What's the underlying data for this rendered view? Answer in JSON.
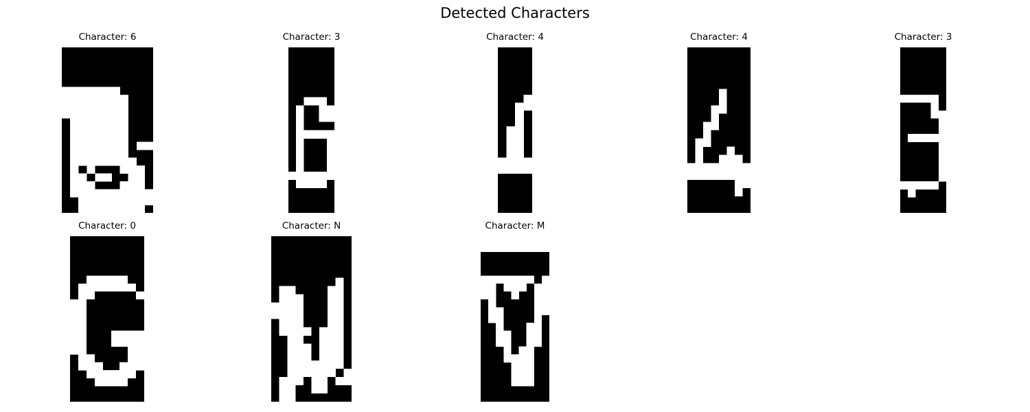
{
  "figure": {
    "title": "Detected Characters",
    "colors": {
      "background": "#000000",
      "foreground": "#ffffff"
    }
  },
  "panels": [
    {
      "label": "Character: 6",
      "grid": [
        "...........",
        "...........",
        "...........",
        "...........",
        "...........",
        "#######....",
        "########...",
        "########...",
        "########...",
        ".#######...",
        ".#######...",
        ".#######...",
        ".#######.##",
        ".#######...",
        ".########..",
        ".#.#...###.",
        ".##.##..##.",
        ".###...###.",
        ".##########",
        "..#########",
        "..########."
      ]
    },
    {
      "label": "Character: 3",
      "grid": [
        "......",
        "......",
        "......",
        "......",
        "......",
        "......",
        "..###.",
        ".#..##",
        ".#..##",
        ".#....",
        ".#####",
        ".#...#",
        ".#...#",
        ".#...#",
        ".#...#",
        "######",
        ".####.",
        "......",
        "......",
        "......"
      ]
    },
    {
      "label": "Character: 4",
      "grid": [
        "....",
        "....",
        "....",
        "....",
        "....",
        "....",
        "...#",
        "..##",
        "..#.",
        "..#.",
        ".##.",
        ".##.",
        ".##.",
        ".##.",
        "####",
        "####",
        "....",
        "....",
        "....",
        "....",
        "...."
      ]
    },
    {
      "label": "Character: 4",
      "grid": [
        "........",
        "........",
        "........",
        "........",
        "........",
        "....#...",
        "....#...",
        "...##...",
        "...#....",
        "..##....",
        "..#.....",
        ".##.....",
        ".#...#..",
        ".#..###.",
        "########",
        "########",
        "......##",
        "......#.",
        "........",
        "........"
      ]
    },
    {
      "label": "Character: 3",
      "grid": [
        "......",
        "......",
        "......",
        "......",
        "......",
        "......",
        "#####.",
        "....#.",
        "....##",
        ".....#",
        ".....#",
        ".#####",
        ".....#",
        ".....#",
        ".....#",
        ".....#",
        ".....#",
        "#####.",
        ".#....",
        "......",
        "......"
      ]
    },
    {
      "label": "Character: 0",
      "grid": [
        ".........",
        ".........",
        ".........",
        ".........",
        ".........",
        "..#####..",
        ".#######.",
        ".##.....#",
        "##.......",
        "##.......",
        "##.......",
        "##.......",
        "##...####",
        "##...####",
        "##.....##",
        ".##....##",
        ".###..###",
        "..######.",
        "...####..",
        ".........",
        "........."
      ]
    },
    {
      "label": "Character: N",
      "grid": [
        "..........",
        "..........",
        "..........",
        "..........",
        "..........",
        "........#.",
        ".##....##.",
        ".###...##.",
        "####...##.",
        "####...##.",
        ".###...##.",
        ".####.###.",
        "..##..###.",
        "..###.###.",
        "..###.###.",
        "..#######.",
        "..######.#",
        ".###.##.##",
        ".##..##...",
        ".##......."
      ]
    },
    {
      "label": "Character: M",
      "grid": [
        "#########",
        "#########",
        ".........",
        ".........",
        ".........",
        "#######.#",
        "##.###.##",
        "##..#..##",
        ".#.....##",
        ".##....##",
        ".##....#.",
        "..#...##.",
        "..##..##.",
        "..##..##.",
        "...#.##..",
        "...####..",
        "....###..",
        "....###..",
        "....###..",
        ".........",
        "........."
      ]
    }
  ]
}
